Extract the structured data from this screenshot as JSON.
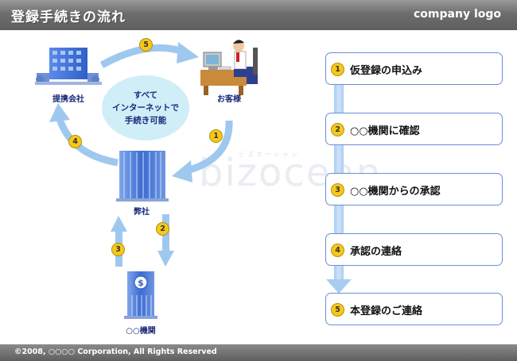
{
  "header": {
    "title": "登録手続きの流れ",
    "logo": "company logo"
  },
  "footer": {
    "copyright": "©2008, ○○○○ Corporation, All Rights Reserved"
  },
  "watermark": {
    "text": "bizocean",
    "sub": "ビズオーシャン"
  },
  "diagram": {
    "nodes": {
      "partner": "提携会社",
      "customer": "お客様",
      "company": "弊社",
      "institution": "○○機関"
    },
    "center_note": {
      "lines": [
        "すべて",
        "インターネットで",
        "手続き可能"
      ]
    },
    "arrow_numbers": [
      "1",
      "2",
      "3",
      "4",
      "5"
    ]
  },
  "steps": [
    {
      "number": "1",
      "label": "仮登録の申込み"
    },
    {
      "number": "2",
      "label": "○○機関に確認"
    },
    {
      "number": "3",
      "label": "○○機関からの承認"
    },
    {
      "number": "4",
      "label": "承認の連絡"
    },
    {
      "number": "5",
      "label": "本登録のご連絡"
    }
  ],
  "colors": {
    "arrow": "#9fc8ef",
    "badge": "#f7c81a",
    "building": "#3f6fd6",
    "step_border": "#6a8fd8",
    "text": "#1a2a7a"
  }
}
